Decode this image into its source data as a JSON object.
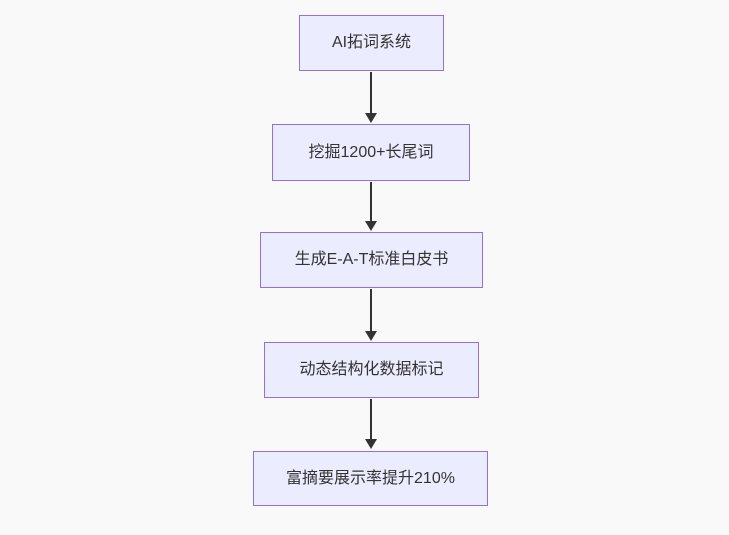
{
  "diagram": {
    "type": "flowchart",
    "direction": "top-down",
    "colors": {
      "background": "#f9f9f9",
      "node_fill": "#ECECFF",
      "node_border": "#9370DB",
      "node_text": "#333333",
      "arrow": "#333333"
    },
    "nodes": [
      {
        "id": "n1",
        "label": "AI拓词系统"
      },
      {
        "id": "n2",
        "label": "挖掘1200+长尾词"
      },
      {
        "id": "n3",
        "label": "生成E-A-T标准白皮书"
      },
      {
        "id": "n4",
        "label": "动态结构化数据标记"
      },
      {
        "id": "n5",
        "label": "富摘要展示率提升210%"
      }
    ],
    "edges": [
      {
        "from": "n1",
        "to": "n2"
      },
      {
        "from": "n2",
        "to": "n3"
      },
      {
        "from": "n3",
        "to": "n4"
      },
      {
        "from": "n4",
        "to": "n5"
      }
    ]
  }
}
